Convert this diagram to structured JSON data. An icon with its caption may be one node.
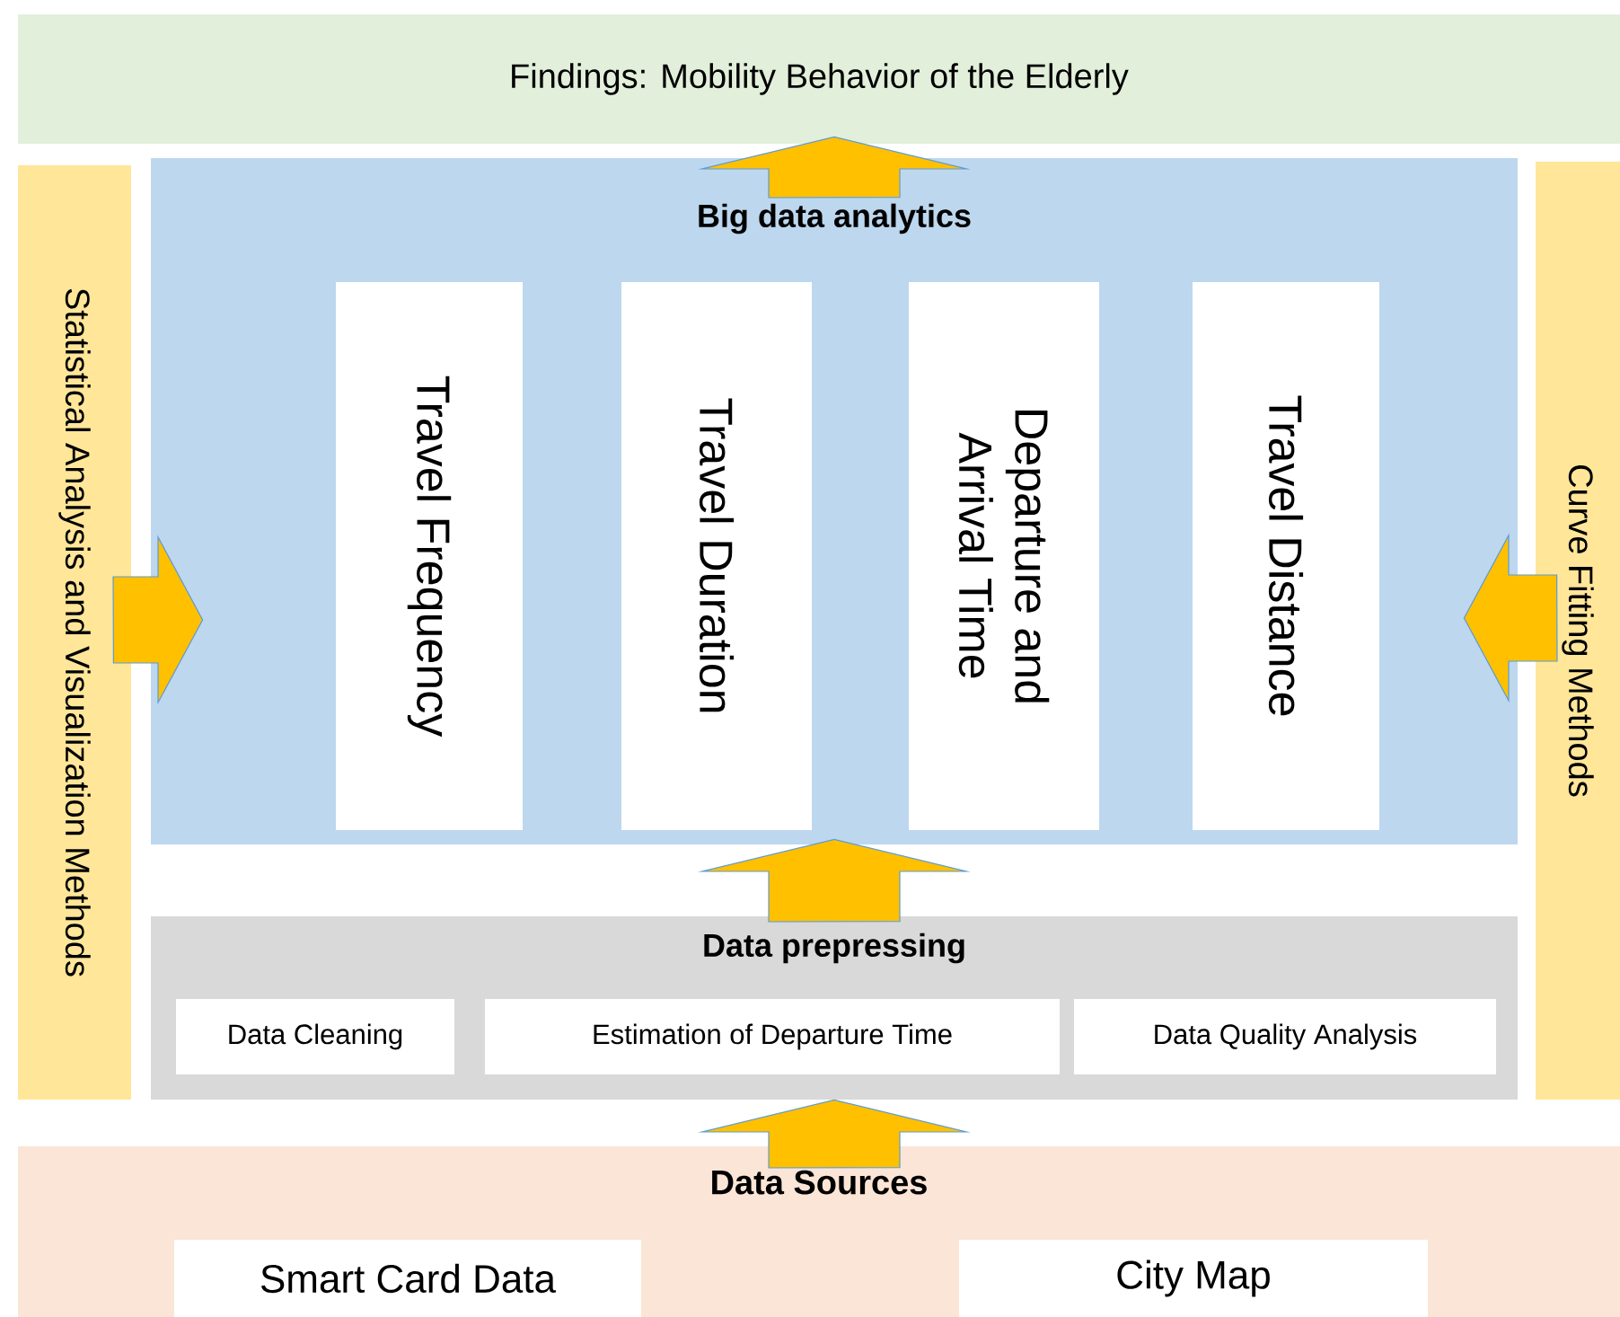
{
  "diagram": {
    "nodes": [
      {
        "text": [
          "Findings: Mobility Behavior of the Elderly"
        ]
      },
      {
        "text": [
          "Big data analytics"
        ]
      },
      {
        "text": [
          "Travel Frequency"
        ],
        "in": 1
      },
      {
        "text": [
          "Travel Duration"
        ],
        "in": 1
      },
      {
        "text": [
          "Departure and Arrival Time"
        ],
        "in": 1
      },
      {
        "text": [
          "Travel Distance"
        ],
        "in": 1
      },
      {
        "text": [
          "Statistical Analysis and Visualization Methods"
        ]
      },
      {
        "text": [
          "Data prepressing"
        ]
      },
      {
        "text": [
          "Data Cleaning"
        ],
        "in": 7
      },
      {
        "text": [
          "Estimation of Departure Time"
        ],
        "in": 7
      },
      {
        "text": [
          "Data Quality Analysis"
        ],
        "in": 7
      },
      {
        "text": [
          "Curve Fitting Methods"
        ]
      },
      {
        "text": [
          "Data Sources"
        ]
      },
      {
        "text": [
          "Smart Card Data"
        ],
        "in": 12
      },
      {
        "text": [
          "City Map"
        ],
        "in": 12
      }
    ],
    "edges": [
      {
        "from": 1,
        "to": 0,
        "arrow": "to"
      },
      {
        "from": 7,
        "to": 1,
        "arrow": "to"
      },
      {
        "from": 12,
        "to": 7,
        "arrow": "to"
      },
      {
        "from": 6,
        "to": 1,
        "arrow": "to"
      },
      {
        "from": 11,
        "to": 1,
        "arrow": "to"
      }
    ]
  }
}
